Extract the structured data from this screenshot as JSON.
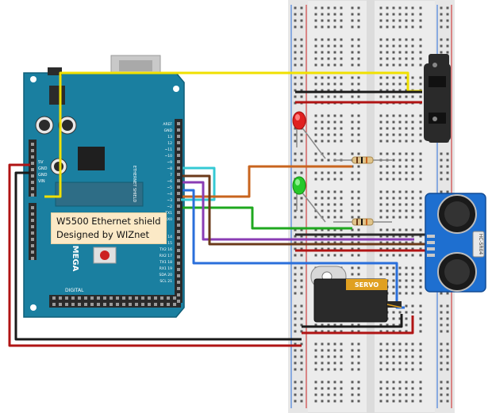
{
  "diagram": {
    "callout": {
      "line1": "W5500 Ethernet shield",
      "line2": "Designed by WIZnet"
    },
    "board": {
      "mega_label": "MEGA",
      "digital_label": "DIGITAL",
      "shield_label": "ETHERNET SHIELD",
      "power_pins": [
        "5V",
        "GND",
        "GND",
        "VIN"
      ],
      "header_labels": [
        "AREF",
        "GND",
        "13",
        "12",
        "~11",
        "~10",
        "~9",
        "~8",
        "7",
        "~6",
        "~5",
        "~4",
        "~3",
        "~2",
        "TX1",
        "RX0"
      ],
      "comm_labels": [
        "TX0 14",
        "RX0 15",
        "TX2 16",
        "RX2 17",
        "TX1 18",
        "RX1 19",
        "SDA 20",
        "SCL 21"
      ]
    },
    "servo": {
      "label": "SERVO"
    },
    "ultrasonic": {
      "label": "HC-SR04"
    },
    "colors": {
      "wire_yellow": "#f0e000",
      "wire_red": "#b01414",
      "wire_black": "#1a1a1a",
      "wire_orange": "#c8641e",
      "wire_brown": "#6b3a1a",
      "wire_purple": "#8a3cb4",
      "wire_blue": "#2a6fdb",
      "wire_green": "#1fa81f",
      "wire_cyan": "#35c9d4",
      "board_teal": "#1a7fa0",
      "sensor_blue": "#1e6fd0"
    }
  }
}
